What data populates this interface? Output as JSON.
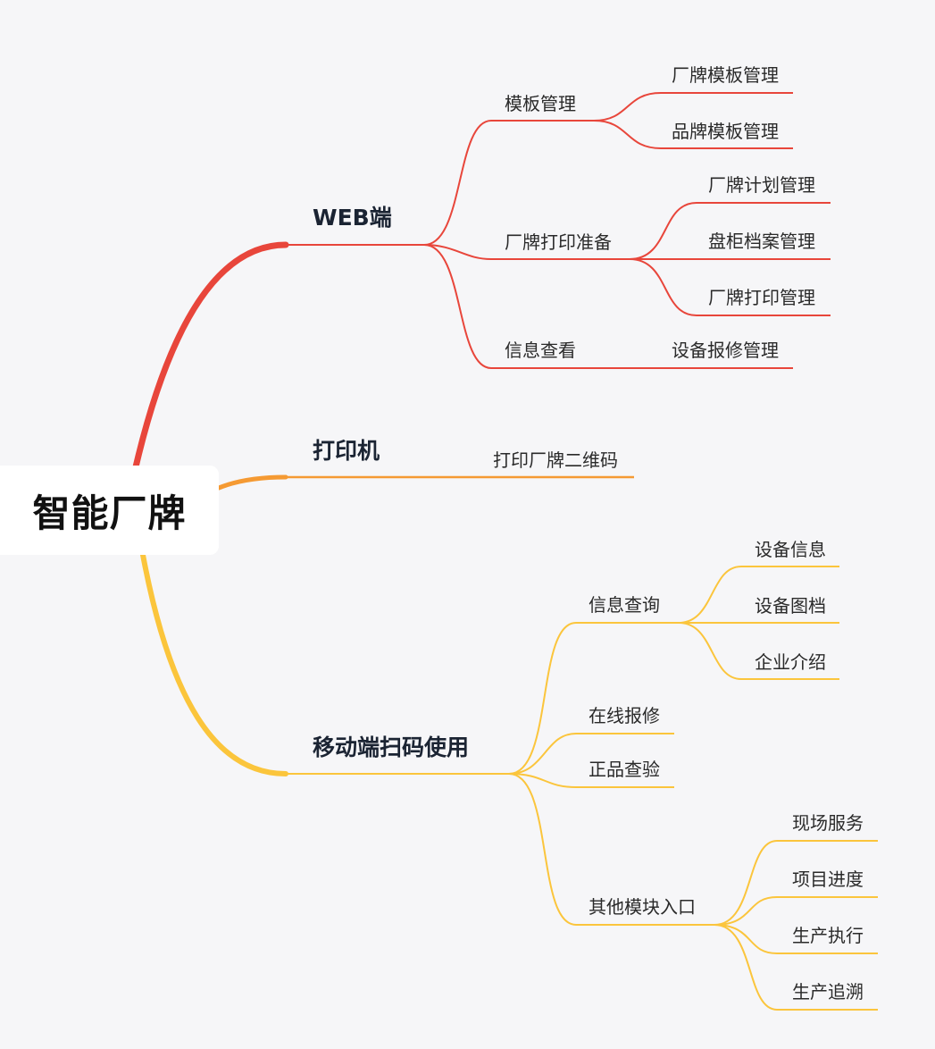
{
  "root": {
    "label": "智能厂牌"
  },
  "colors": {
    "web": "#e8463b",
    "printer": "#f59a33",
    "mobile": "#fbc53c",
    "background": "#f6f6f8"
  },
  "branches": [
    {
      "id": "web",
      "label": "WEB端",
      "children": [
        {
          "id": "template-mgmt",
          "label": "模板管理",
          "children": [
            {
              "label": "厂牌模板管理"
            },
            {
              "label": "品牌模板管理"
            }
          ]
        },
        {
          "id": "print-prep",
          "label": "厂牌打印准备",
          "children": [
            {
              "label": "厂牌计划管理"
            },
            {
              "label": "盘柜档案管理"
            },
            {
              "label": "厂牌打印管理"
            }
          ]
        },
        {
          "id": "info-view",
          "label": "信息查看",
          "children": [
            {
              "label": "设备报修管理"
            }
          ]
        }
      ]
    },
    {
      "id": "printer",
      "label": "打印机",
      "children": [
        {
          "id": "print-qr",
          "label": "打印厂牌二维码"
        }
      ]
    },
    {
      "id": "mobile",
      "label": "移动端扫码使用",
      "children": [
        {
          "id": "info-query",
          "label": "信息查询",
          "children": [
            {
              "label": "设备信息"
            },
            {
              "label": "设备图档"
            },
            {
              "label": "企业介绍"
            }
          ]
        },
        {
          "id": "online-repair",
          "label": "在线报修"
        },
        {
          "id": "genuine-check",
          "label": "正品查验"
        },
        {
          "id": "other-modules",
          "label": "其他模块入口",
          "children": [
            {
              "label": "现场服务"
            },
            {
              "label": "项目进度"
            },
            {
              "label": "生产执行"
            },
            {
              "label": "生产追溯"
            }
          ]
        }
      ]
    }
  ]
}
